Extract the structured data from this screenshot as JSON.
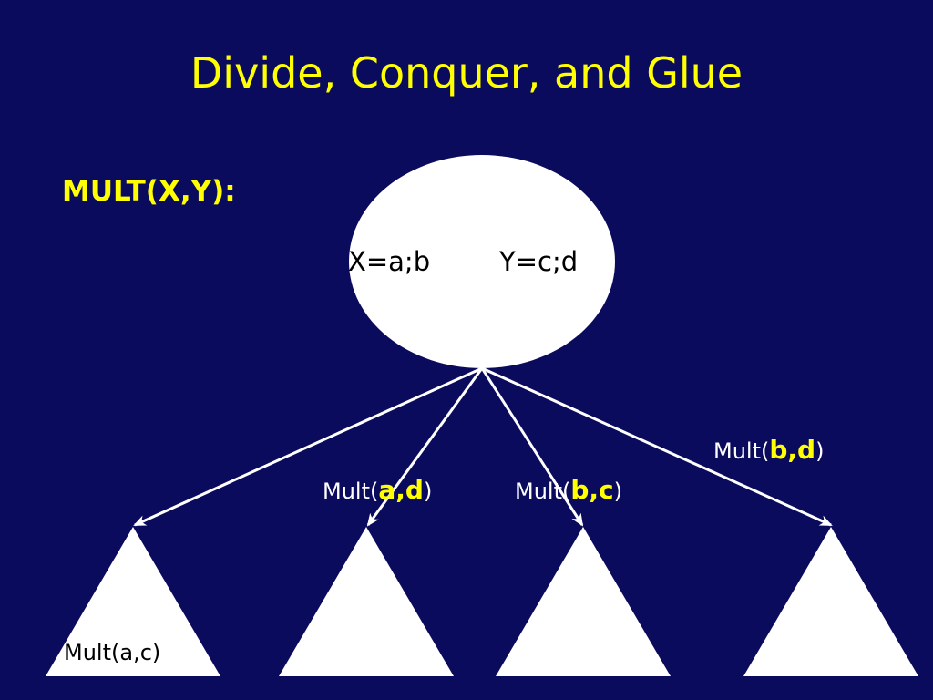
{
  "title": "Divide, Conquer, and Glue",
  "subtitle": "MULT(X,Y):",
  "root": {
    "x_text": "X=a;b",
    "y_text": "Y=c;d"
  },
  "edges": [
    {
      "prefix": "Mult(",
      "args": "a,d",
      "suffix": ")"
    },
    {
      "prefix": "Mult(",
      "args": "b,c",
      "suffix": ")"
    },
    {
      "prefix": "Mult(",
      "args": "b,d",
      "suffix": ")"
    }
  ],
  "leaf_label": "Mult(a,c)",
  "colors": {
    "background": "#0b0b5e",
    "title": "#ffff00",
    "node": "#ffffff",
    "arrow": "#ffffff"
  }
}
